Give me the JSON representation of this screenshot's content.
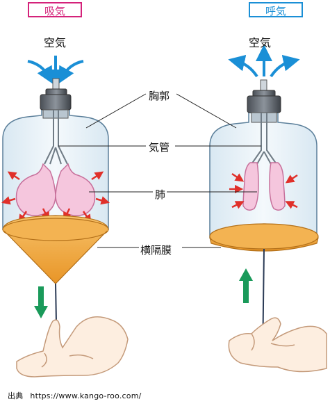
{
  "labels": {
    "inhale": "吸気",
    "exhale": "呼気",
    "air_left": "空気",
    "air_right": "空気",
    "chest": "胸郭",
    "trachea": "気管",
    "lung": "肺",
    "diaphragm": "横隔膜"
  },
  "source": {
    "label": "出典",
    "url": "https://www.kango-roo.com/"
  },
  "colors": {
    "inhale": "#d4227a",
    "exhale": "#1a8fd6",
    "air_arrow": "#1a8fd6",
    "pressure_arrow": "#e0302a",
    "motion_arrow": "#1a9a5a",
    "lung": "#f5c6dd",
    "diaphragm": "#f0a53a",
    "glass": "#eef5fa"
  }
}
